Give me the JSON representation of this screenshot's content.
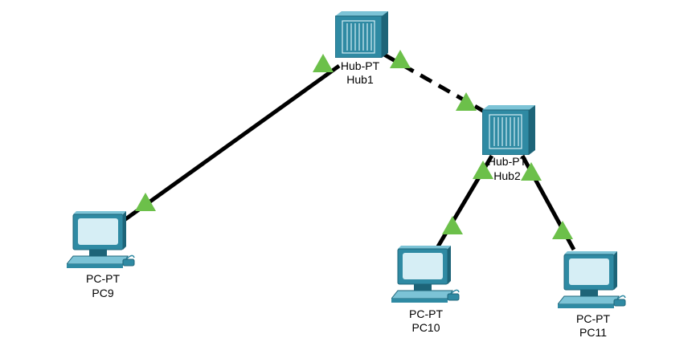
{
  "topology": {
    "devices": [
      {
        "id": "hub1",
        "kind": "hub",
        "model": "Hub-PT",
        "name": "Hub1"
      },
      {
        "id": "hub2",
        "kind": "hub",
        "model": "Hub-PT",
        "name": "Hub2"
      },
      {
        "id": "pc9",
        "kind": "pc",
        "model": "PC-PT",
        "name": "PC9"
      },
      {
        "id": "pc10",
        "kind": "pc",
        "model": "PC-PT",
        "name": "PC10"
      },
      {
        "id": "pc11",
        "kind": "pc",
        "model": "PC-PT",
        "name": "PC11"
      }
    ],
    "links": [
      {
        "from": "hub1",
        "to": "pc9",
        "cable": "copper-straight-through",
        "status": [
          "up",
          "up"
        ]
      },
      {
        "from": "hub1",
        "to": "hub2",
        "cable": "copper-cross-over",
        "status": [
          "up",
          "up"
        ]
      },
      {
        "from": "hub2",
        "to": "pc10",
        "cable": "copper-straight-through",
        "status": [
          "up",
          "up"
        ]
      },
      {
        "from": "hub2",
        "to": "pc11",
        "cable": "copper-straight-through",
        "status": [
          "up",
          "up"
        ]
      }
    ],
    "colors": {
      "cable": "#000000",
      "link_up": "#6cc04a",
      "device_body": "#2f8aa3",
      "device_dark": "#1d6478",
      "device_light": "#7cc3d6",
      "screen": "#d6eef5"
    }
  }
}
